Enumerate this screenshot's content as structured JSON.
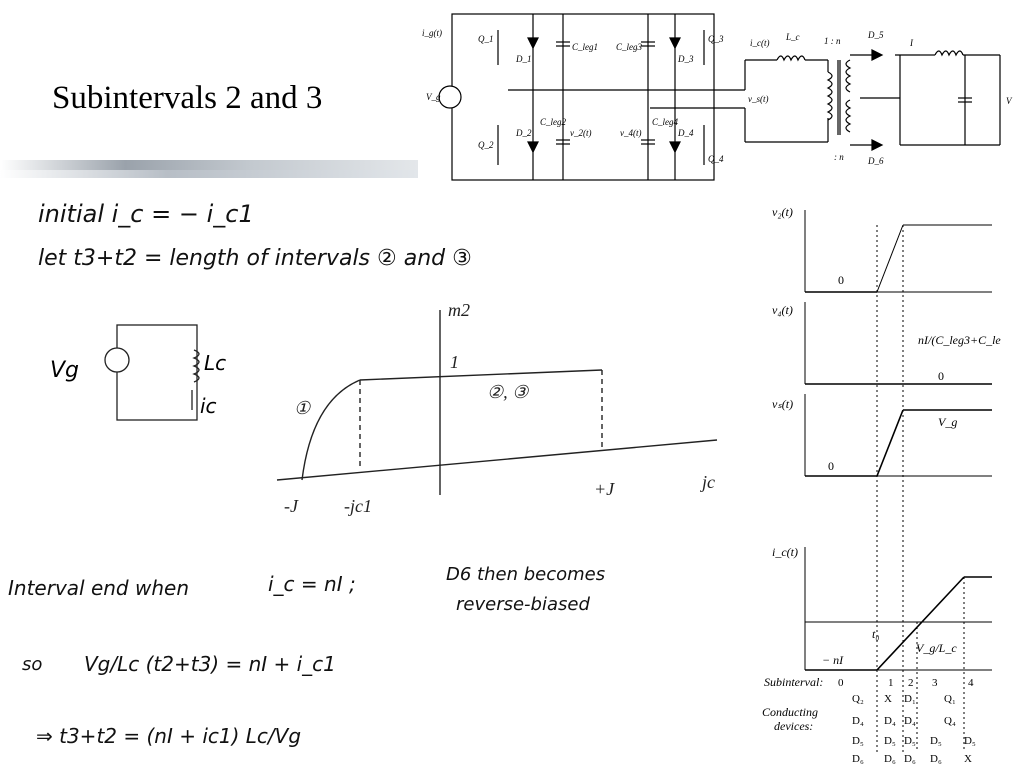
{
  "slide": {
    "title": "Subintervals 2 and 3"
  },
  "circuit": {
    "labels": {
      "ig": "i_g(t)",
      "vg": "V_g",
      "q1": "Q_1",
      "q2": "Q_2",
      "q3": "Q_3",
      "q4": "Q_4",
      "d1": "D_1",
      "d2": "D_2",
      "d3": "D_3",
      "d4": "D_4",
      "d5": "D_5",
      "d6": "D_6",
      "cleg1": "C_leg1",
      "cleg2": "C_leg2",
      "cleg3": "C_leg3",
      "cleg4": "C_leg4",
      "v2": "v_2(t)",
      "v4": "v_4(t)",
      "vs": "v_s(t)",
      "ic": "i_c(t)",
      "lc": "L_c",
      "ratio": "1 : n",
      "ratio2": ": n",
      "i": "I",
      "v": "V"
    }
  },
  "notes": {
    "line1": "initial   i_c = − i_c1",
    "line2": "let t3+t2 = length of intervals ② and ③",
    "vg": "Vg",
    "lc": "Lc",
    "ic": "ic",
    "graph": {
      "m2": "m2",
      "one": "1",
      "label1": "①",
      "label23": "②, ③",
      "jc": "jc",
      "negj": "-J",
      "negjc1": "-jc1",
      "posj": "+J"
    },
    "line3a": "Interval end when",
    "line3b": "i_c = nI ;",
    "line3c": "D6 then becomes",
    "line3d": "reverse-biased",
    "line4a": "so",
    "line4b": "Vg/Lc (t2+t3) = nI + i_c1",
    "line5": "⇒ t3+t2 = (nI + ic1) Lc/Vg"
  },
  "waveforms": {
    "v2": {
      "label": "v₂(t)",
      "zero": "0"
    },
    "v4": {
      "label": "v₄(t)",
      "value": "nI/(C_leg3+C_le",
      "zero": "0"
    },
    "vs": {
      "label": "vₛ(t)",
      "value": "V_g",
      "zero": "0"
    },
    "ic": {
      "label": "i_c(t)",
      "neg": "− nI",
      "t0": "t₀",
      "slope": "V_g/L_c"
    },
    "table": {
      "header": "Subinterval:",
      "cols": [
        "0",
        "1",
        "2",
        "3",
        "4"
      ],
      "conducting": "Conducting",
      "devices": "devices:",
      "row1": [
        "Q₂",
        "X",
        "D₁",
        "",
        "Q₁"
      ],
      "row2": [
        "D₄",
        "D₄",
        "D₄",
        "",
        "Q₄"
      ],
      "row3": [
        "D₅",
        "D₅",
        "D₅",
        "D₅",
        "D₅"
      ],
      "row4": [
        "D₆",
        "D₆",
        "D₆",
        "D₆",
        "X"
      ]
    }
  }
}
